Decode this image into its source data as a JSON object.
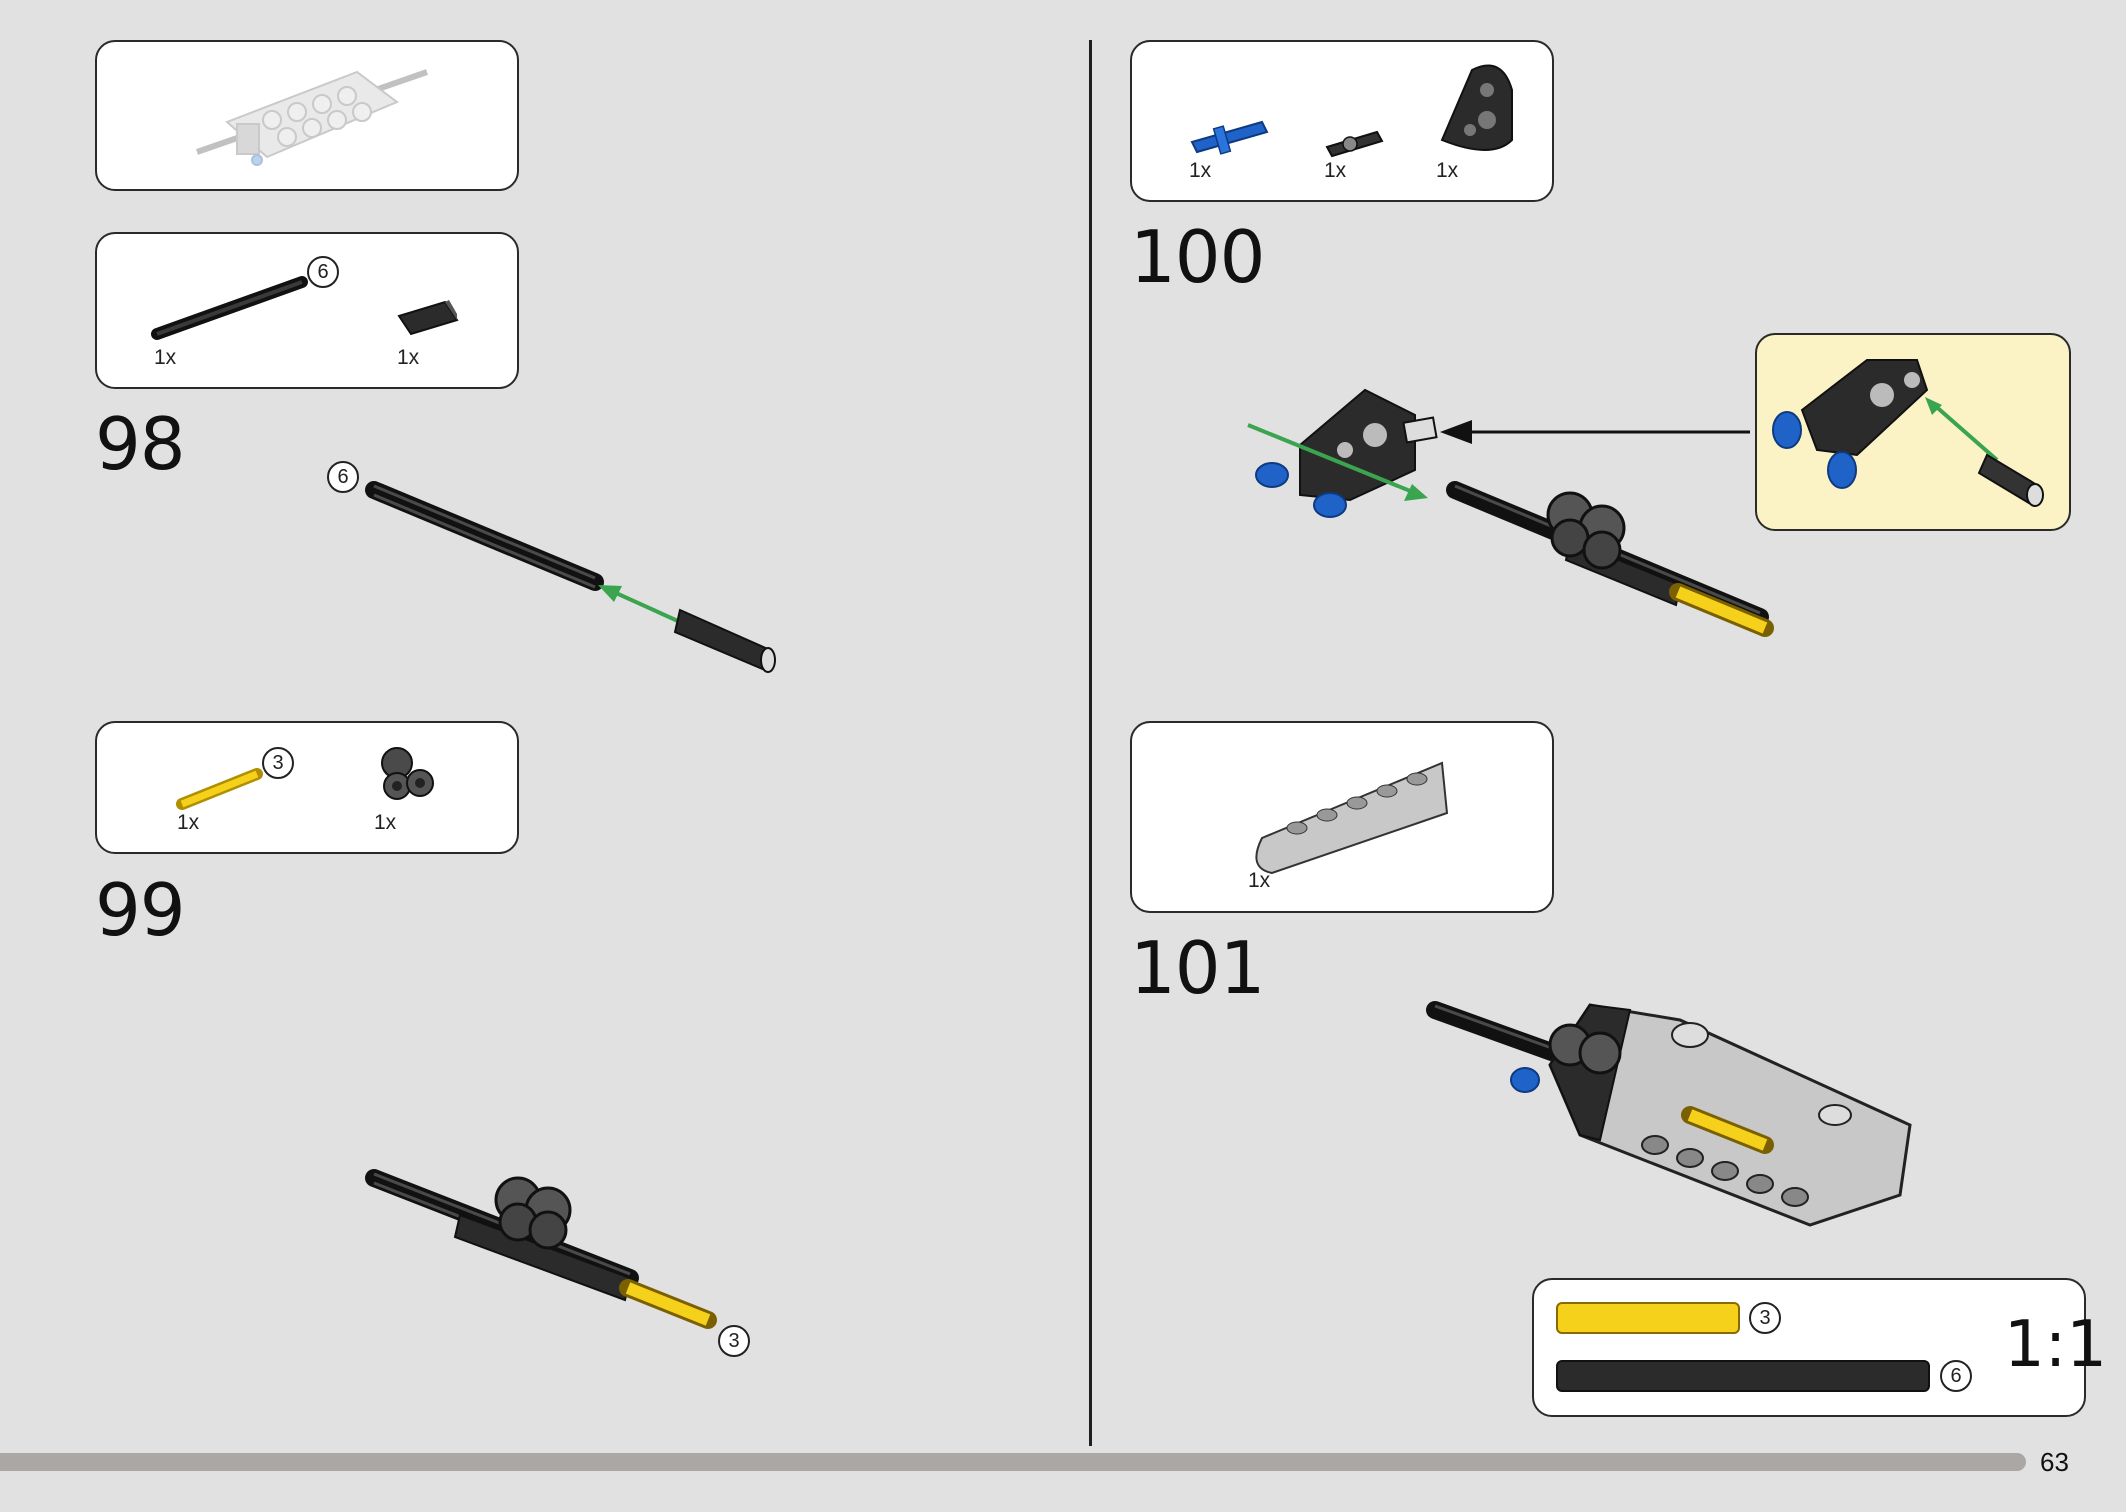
{
  "page_number": "63",
  "steps": [
    {
      "number": "98"
    },
    {
      "number": "99"
    },
    {
      "number": "100"
    },
    {
      "number": "101"
    }
  ],
  "parts_box_98": {
    "items": [
      {
        "qty": "1x",
        "icon": "axle-6-black",
        "length": "6"
      },
      {
        "qty": "1x",
        "icon": "axle-connector-black"
      }
    ]
  },
  "parts_box_99": {
    "items": [
      {
        "qty": "1x",
        "icon": "axle-3-yellow",
        "length": "3"
      },
      {
        "qty": "1x",
        "icon": "cross-block-dark-gray"
      }
    ]
  },
  "parts_box_100": {
    "items": [
      {
        "qty": "1x",
        "icon": "pin-blue"
      },
      {
        "qty": "1x",
        "icon": "pin-black"
      },
      {
        "qty": "1x",
        "icon": "panel-black"
      }
    ]
  },
  "parts_box_101": {
    "items": [
      {
        "qty": "1x",
        "icon": "beam-light-gray"
      }
    ]
  },
  "step98_callout": "6",
  "step99_callout": "3",
  "scale_box": {
    "label": "1:1",
    "items": [
      {
        "length": "3",
        "color": "#f6d11c"
      },
      {
        "length": "6",
        "color": "#2b2b2b"
      }
    ]
  },
  "colors": {
    "background": "#e1e1e1",
    "callout_bg": "#fbf3c6",
    "arrow_green": "#3ba44e",
    "axle_black": "#2b2b2b",
    "axle_yellow": "#f6d11c",
    "pin_blue": "#1f63c9"
  }
}
